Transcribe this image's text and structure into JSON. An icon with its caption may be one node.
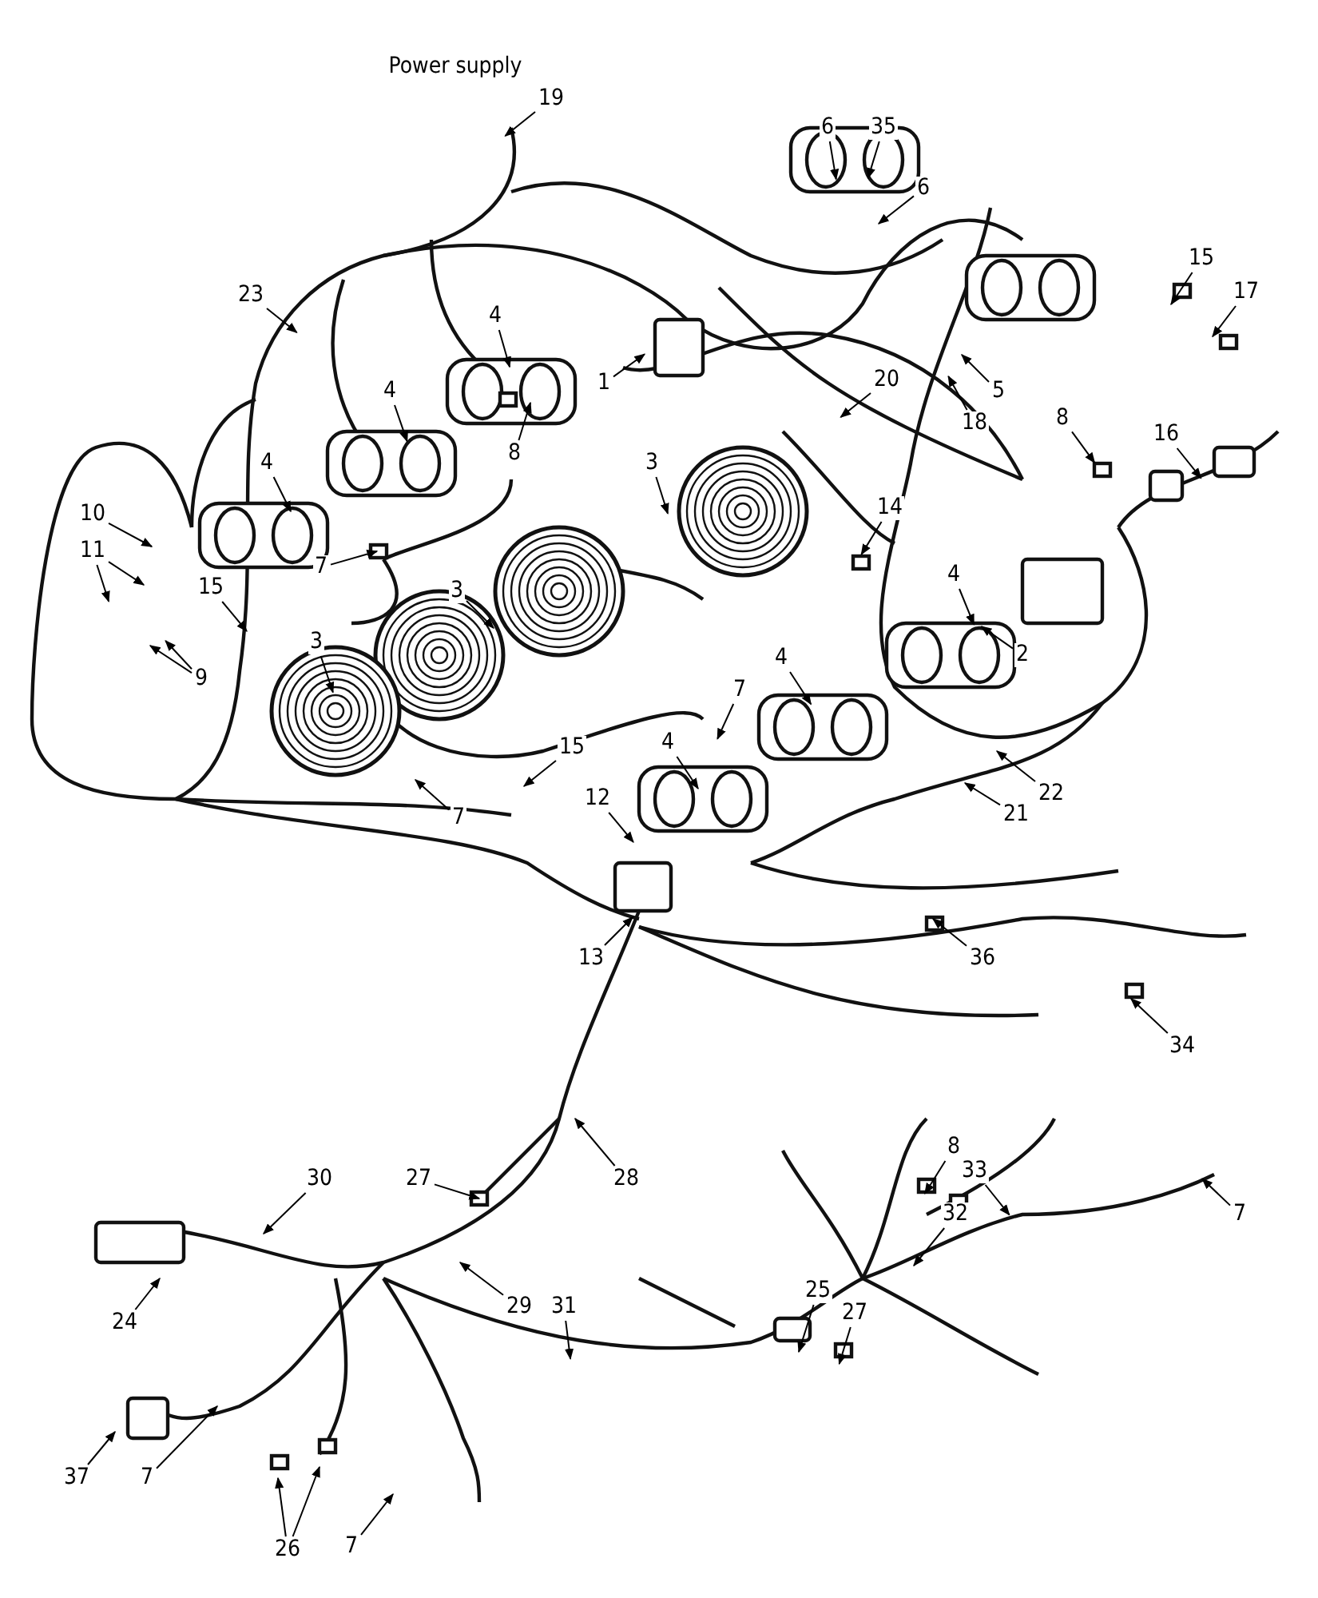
{
  "diagram": {
    "nodes": [
      {
        "text": [
          "19"
        ]
      },
      {
        "text": [
          "6"
        ]
      },
      {
        "text": [
          "35"
        ]
      },
      {
        "text": [
          "6"
        ]
      },
      {
        "text": [
          "15"
        ]
      },
      {
        "text": [
          "17"
        ]
      },
      {
        "text": [
          "23"
        ]
      },
      {
        "text": [
          "4"
        ]
      },
      {
        "text": [
          "1"
        ]
      },
      {
        "text": [
          "4"
        ]
      },
      {
        "text": [
          "5"
        ]
      },
      {
        "text": [
          "20"
        ]
      },
      {
        "text": [
          "18"
        ]
      },
      {
        "text": [
          "8"
        ]
      },
      {
        "text": [
          "16"
        ]
      },
      {
        "text": [
          "8"
        ]
      },
      {
        "text": [
          "3"
        ]
      },
      {
        "text": [
          "4"
        ]
      },
      {
        "text": [
          "14"
        ]
      },
      {
        "text": [
          "10"
        ]
      },
      {
        "text": [
          "11"
        ]
      },
      {
        "text": [
          "7"
        ]
      },
      {
        "text": [
          "4"
        ]
      },
      {
        "text": [
          "3"
        ]
      },
      {
        "text": [
          "15"
        ]
      },
      {
        "text": [
          "2"
        ]
      },
      {
        "text": [
          "3"
        ]
      },
      {
        "text": [
          "4"
        ]
      },
      {
        "text": [
          "9"
        ]
      },
      {
        "text": [
          "7"
        ]
      },
      {
        "text": [
          "4"
        ]
      },
      {
        "text": [
          "15"
        ]
      },
      {
        "text": [
          "22"
        ]
      },
      {
        "text": [
          "12"
        ]
      },
      {
        "text": [
          "21"
        ]
      },
      {
        "text": [
          "7"
        ]
      },
      {
        "text": [
          "13"
        ]
      },
      {
        "text": [
          "36"
        ]
      },
      {
        "text": [
          "34"
        ]
      },
      {
        "text": [
          "8"
        ]
      },
      {
        "text": [
          "33"
        ]
      },
      {
        "text": [
          "27"
        ]
      },
      {
        "text": [
          "30"
        ]
      },
      {
        "text": [
          "28"
        ]
      },
      {
        "text": [
          "32"
        ]
      },
      {
        "text": [
          "7"
        ]
      },
      {
        "text": [
          "29"
        ]
      },
      {
        "text": [
          "31"
        ]
      },
      {
        "text": [
          "25"
        ]
      },
      {
        "text": [
          "24"
        ]
      },
      {
        "text": [
          "27"
        ]
      },
      {
        "text": [
          "37"
        ]
      },
      {
        "text": [
          "7"
        ]
      },
      {
        "text": [
          "26"
        ]
      },
      {
        "text": [
          "7"
        ]
      }
    ],
    "edges": [
      {
        "from": 0,
        "to": null,
        "arrow": "to"
      },
      {
        "from": 1,
        "to": null,
        "arrow": "to"
      },
      {
        "from": 2,
        "to": null,
        "arrow": "to"
      },
      {
        "from": 3,
        "to": null,
        "arrow": "to"
      },
      {
        "from": 4,
        "to": null,
        "arrow": "to"
      },
      {
        "from": 5,
        "to": null,
        "arrow": "to"
      },
      {
        "from": 6,
        "to": null,
        "arrow": "to"
      },
      {
        "from": 7,
        "to": null,
        "arrow": "to"
      },
      {
        "from": 8,
        "to": null,
        "arrow": "to"
      },
      {
        "from": 9,
        "to": null,
        "arrow": "to"
      },
      {
        "from": 10,
        "to": null,
        "arrow": "to"
      },
      {
        "from": 11,
        "to": null,
        "arrow": "to"
      },
      {
        "from": 12,
        "to": null,
        "arrow": "to"
      },
      {
        "from": 13,
        "to": null,
        "arrow": "to"
      },
      {
        "from": 14,
        "to": null,
        "arrow": "to"
      },
      {
        "from": 15,
        "to": null,
        "arrow": "to"
      },
      {
        "from": 16,
        "to": null,
        "arrow": "to"
      },
      {
        "from": 17,
        "to": null,
        "arrow": "to"
      },
      {
        "from": 18,
        "to": null,
        "arrow": "to"
      },
      {
        "from": 19,
        "to": null,
        "arrow": "to"
      },
      {
        "from": 20,
        "to": null,
        "arrow": "to"
      },
      {
        "from": 20,
        "to": null,
        "arrow": "to"
      },
      {
        "from": 21,
        "to": null,
        "arrow": "to"
      },
      {
        "from": 22,
        "to": null,
        "arrow": "to"
      },
      {
        "from": 23,
        "to": null,
        "arrow": "to"
      },
      {
        "from": 24,
        "to": null,
        "arrow": "to"
      },
      {
        "from": 25,
        "to": null,
        "arrow": "to"
      },
      {
        "from": 26,
        "to": null,
        "arrow": "to"
      },
      {
        "from": 27,
        "to": null,
        "arrow": "to"
      },
      {
        "from": 28,
        "to": null,
        "arrow": "to"
      },
      {
        "from": 28,
        "to": null,
        "arrow": "to"
      },
      {
        "from": 29,
        "to": null,
        "arrow": "to"
      },
      {
        "from": 30,
        "to": null,
        "arrow": "to"
      },
      {
        "from": 31,
        "to": null,
        "arrow": "to"
      },
      {
        "from": 32,
        "to": null,
        "arrow": "to"
      },
      {
        "from": 33,
        "to": null,
        "arrow": "to"
      },
      {
        "from": 34,
        "to": null,
        "arrow": "to"
      },
      {
        "from": 35,
        "to": null,
        "arrow": "to"
      },
      {
        "from": 36,
        "to": null,
        "arrow": "to"
      },
      {
        "from": 37,
        "to": null,
        "arrow": "to"
      },
      {
        "from": 38,
        "to": null,
        "arrow": "to"
      },
      {
        "from": 39,
        "to": null,
        "arrow": "to"
      },
      {
        "from": 40,
        "to": null,
        "arrow": "to"
      },
      {
        "from": 41,
        "to": null,
        "arrow": "to"
      },
      {
        "from": 42,
        "to": null,
        "arrow": "to"
      },
      {
        "from": 43,
        "to": null,
        "arrow": "to"
      },
      {
        "from": 44,
        "to": null,
        "arrow": "to"
      },
      {
        "from": 45,
        "to": null,
        "arrow": "to"
      },
      {
        "from": 46,
        "to": null,
        "arrow": "to"
      },
      {
        "from": 47,
        "to": null,
        "arrow": "to"
      },
      {
        "from": 48,
        "to": null,
        "arrow": "to"
      },
      {
        "from": 49,
        "to": null,
        "arrow": "to"
      },
      {
        "from": 50,
        "to": null,
        "arrow": "to"
      },
      {
        "from": 51,
        "to": null,
        "arrow": "to"
      },
      {
        "from": 52,
        "to": null,
        "arrow": "to"
      },
      {
        "from": 53,
        "to": null,
        "arrow": "to"
      },
      {
        "from": 53,
        "to": null,
        "arrow": "to"
      },
      {
        "from": 54,
        "to": null,
        "arrow": "to"
      }
    ],
    "labels": [
      "Power supply"
    ]
  }
}
